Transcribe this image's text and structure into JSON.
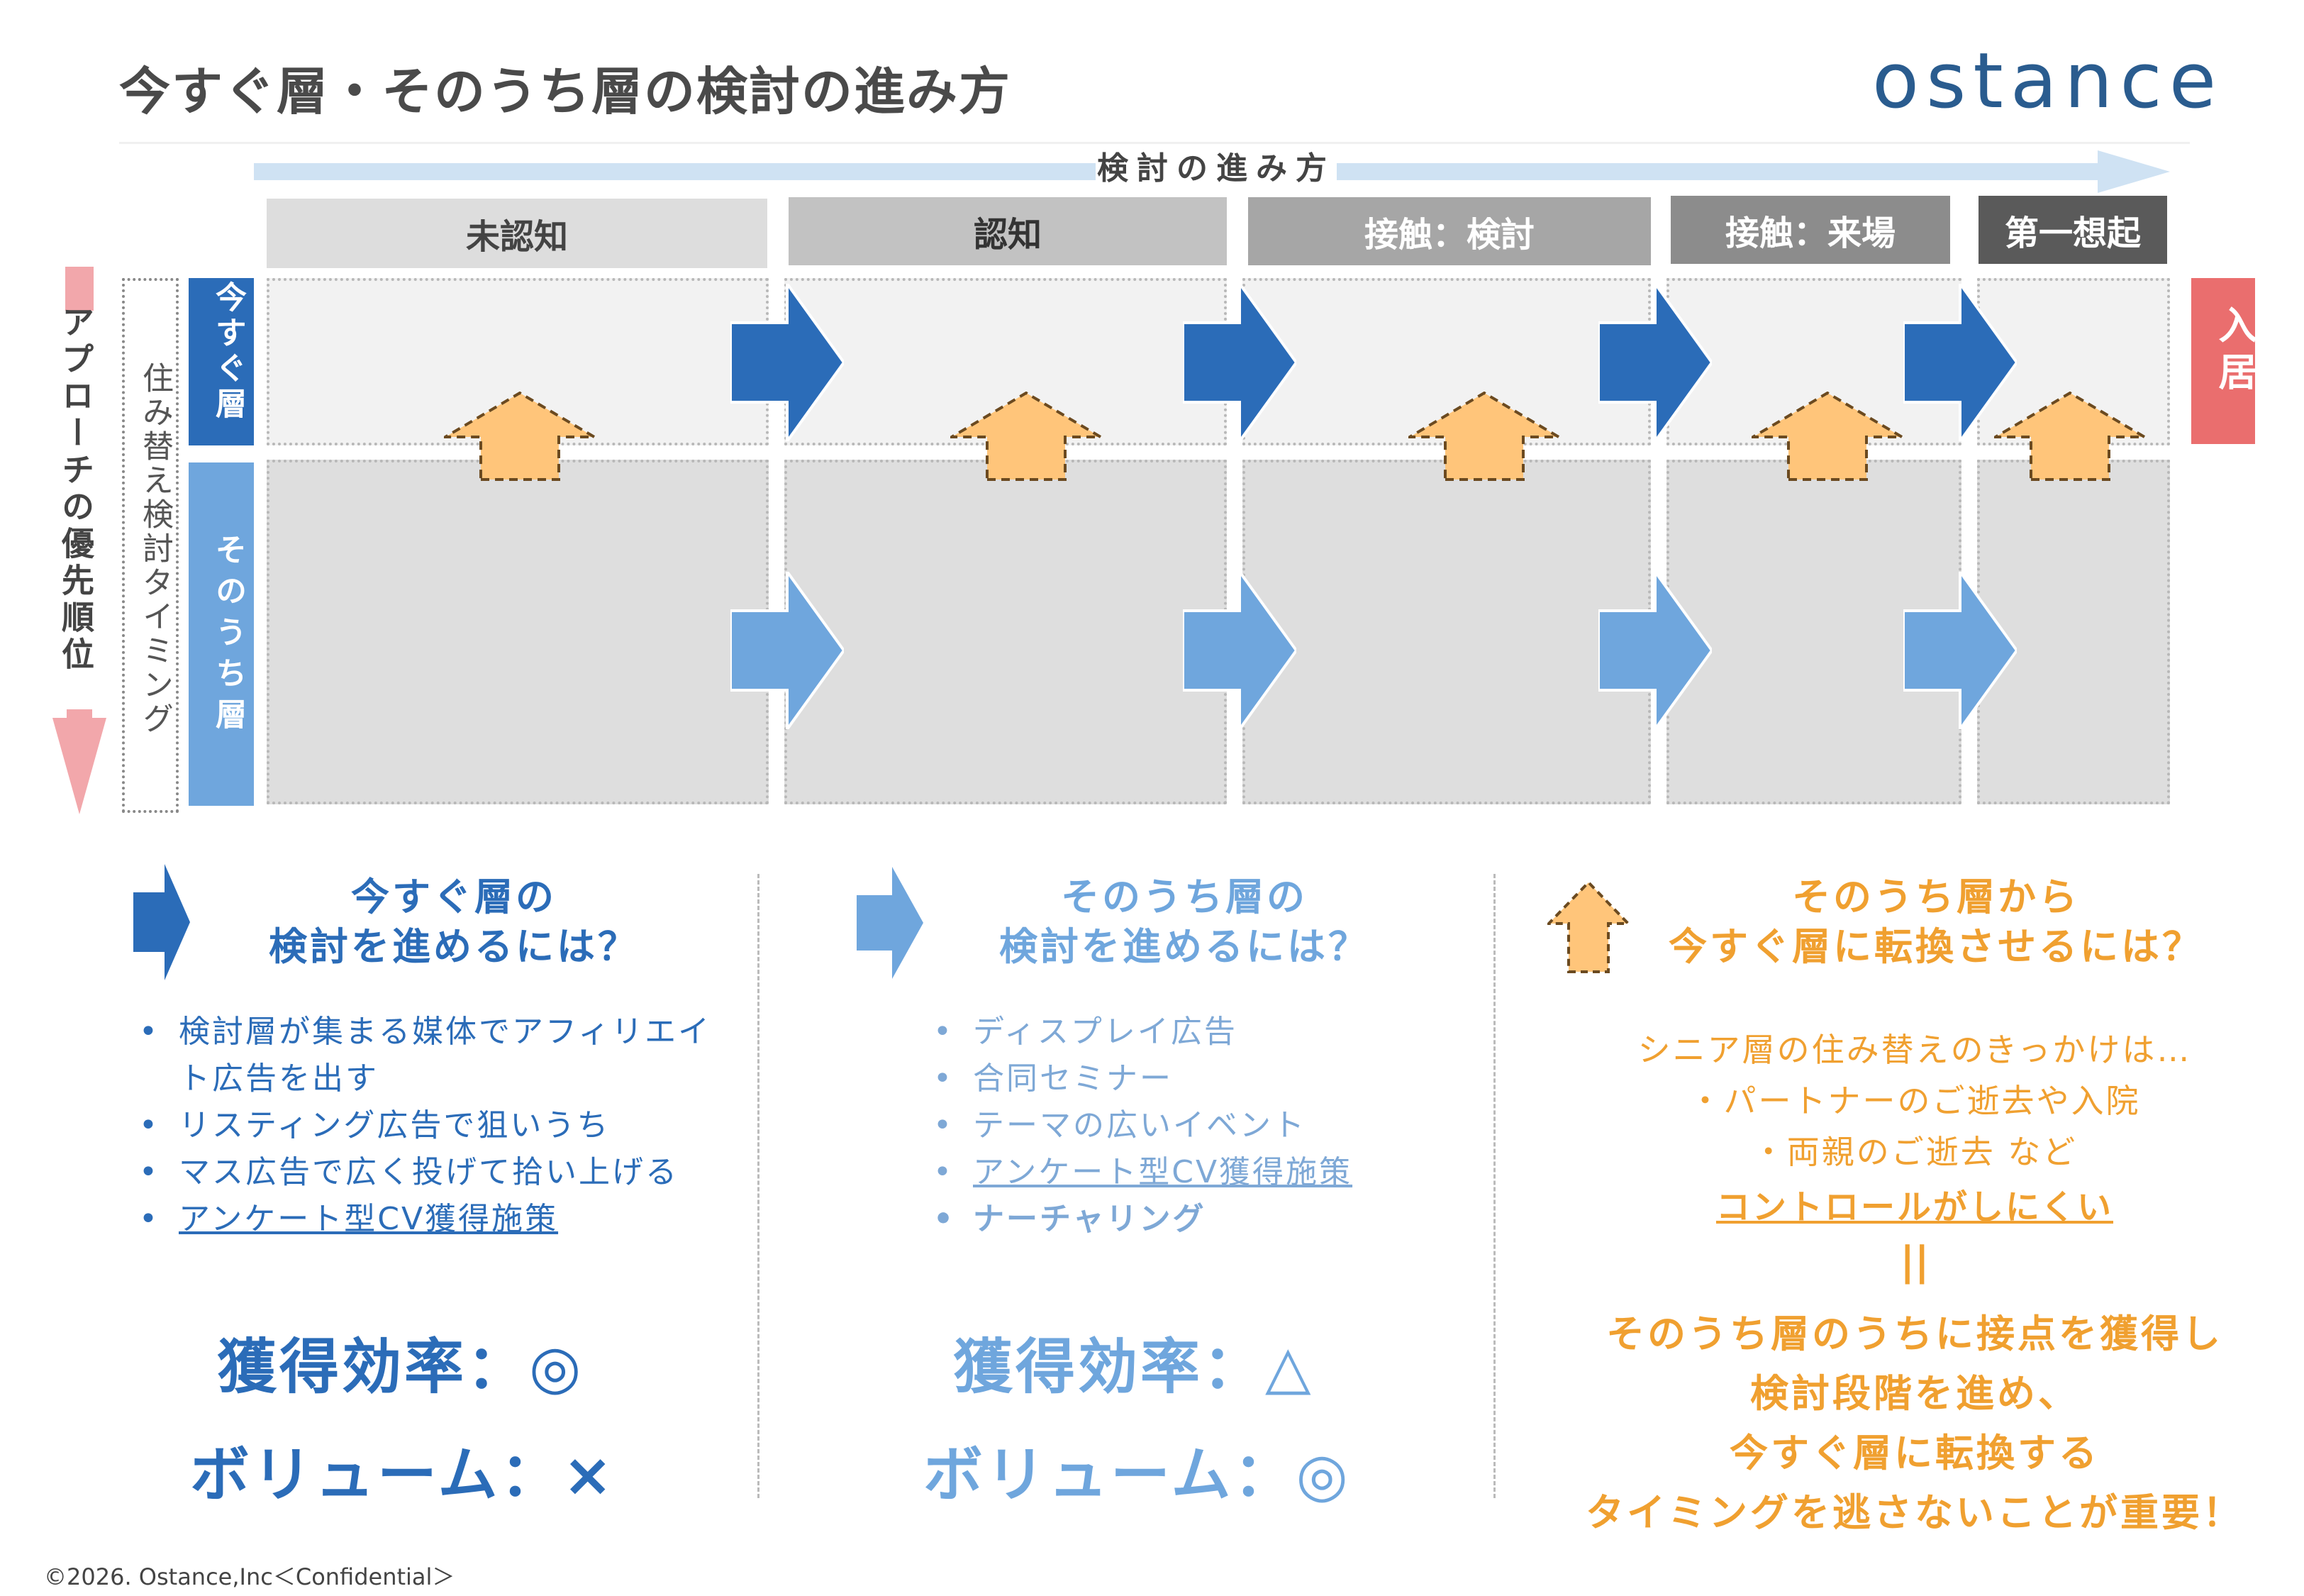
{
  "title": "今すぐ層・そのうち層の検討の進み方",
  "logo": "ostance",
  "process_label": "検討の進み方",
  "stages": [
    {
      "label": "未認知",
      "bg": "#dddddd",
      "color": "#444444"
    },
    {
      "label": "認知",
      "bg": "#c2c2c2",
      "color": "#333333"
    },
    {
      "label": "接触：検討",
      "bg": "#a6a6a6",
      "color": "#ffffff"
    },
    {
      "label": "接触：来場",
      "bg": "#8c8c8c",
      "color": "#ffffff"
    },
    {
      "label": "第一想起",
      "bg": "#5a5a5a",
      "color": "#ffffff"
    }
  ],
  "axis": {
    "priority": "アプローチの優先順位",
    "timing": "住み替え検討タイミング",
    "now_segment": "今すぐ層",
    "later_segment": "そのうち層",
    "move_in": "入居"
  },
  "sections": {
    "now": {
      "heading_line1": "今すぐ層の",
      "heading_line2": "検討を進めるには？",
      "bullets": [
        {
          "text": "検討層が集まる媒体でアフィリエイト広告を出す"
        },
        {
          "text": "リスティング広告で狙いうち"
        },
        {
          "text": "マス広告で広く投げて拾い上げる"
        },
        {
          "text": "アンケート型CV獲得施策"
        }
      ],
      "efficiency": "獲得効率：◎",
      "volume": "ボリューム：×"
    },
    "later": {
      "heading_line1": "そのうち層の",
      "heading_line2": "検討を進めるには？",
      "bullets": [
        {
          "text": "ディスプレイ広告"
        },
        {
          "text": "合同セミナー"
        },
        {
          "text": "テーマの広いイベント"
        },
        {
          "text": "アンケート型CV獲得施策"
        },
        {
          "text": "ナーチャリング"
        }
      ],
      "efficiency": "獲得効率：△",
      "volume": "ボリューム：◎"
    },
    "convert": {
      "heading_line1": "そのうち層から",
      "heading_line2": "今すぐ層に転換させるには？",
      "lines": [
        "シニア層の住み替えのきっかけは…",
        "・パートナーのご逝去や入院",
        "・両親のご逝去 など",
        "コントロールがしにくい",
        "||",
        "そのうち層のうちに接点を獲得し",
        "検討段階を進め、",
        "今すぐ層に転換する",
        "タイミングを逃さないことが重要！"
      ]
    }
  },
  "footer": "©2026. Ostance,Inc＜Confidential＞",
  "colors": {
    "now_blue": "#2b6cb8",
    "later_blue": "#6fa6dd",
    "orange": "#f0a030",
    "orange_fill": "#ffc57a",
    "move_in_red": "#ea6e6e"
  }
}
